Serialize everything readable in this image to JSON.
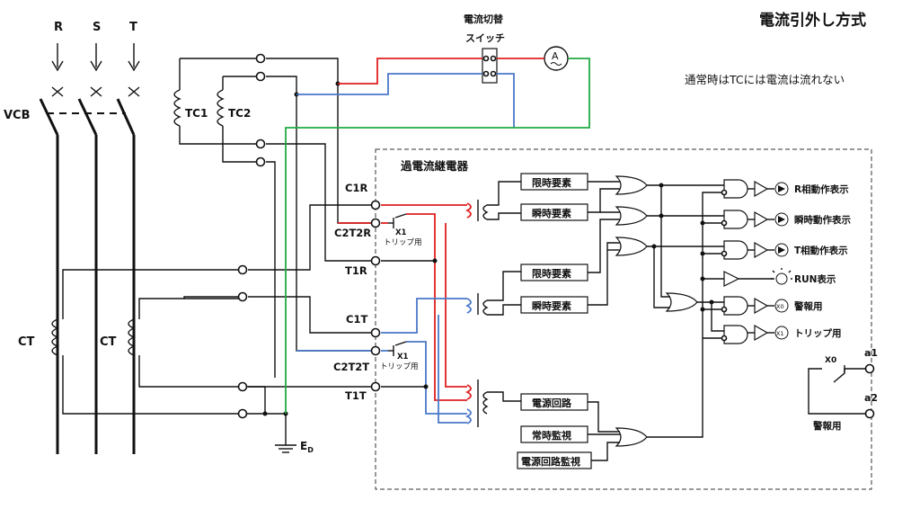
{
  "title": "電流引外し方式",
  "subtitle": "通常時はTCには電流は流れない",
  "phases": [
    "R",
    "S",
    "T"
  ],
  "vcb_label": "VCB",
  "tc_labels": [
    "TC1",
    "TC2"
  ],
  "ct_labels": [
    "CT",
    "CT"
  ],
  "switch": {
    "line1": "電流切替",
    "line2": "スイッチ"
  },
  "ammeter_symbol": "A",
  "ground": {
    "main": "E",
    "sub": "D"
  },
  "relay": {
    "title": "過電流継電器",
    "terminals": [
      "C1R",
      "C2T2R",
      "T1R",
      "C1T",
      "C2T2T",
      "T1T"
    ],
    "trip_contact": {
      "name": "X1",
      "note": "トリップ用"
    },
    "blocks": [
      "限時要素",
      "瞬時要素",
      "限時要素",
      "瞬時要素",
      "電源回路",
      "常時監視",
      "電源回路監視"
    ],
    "outputs": [
      "R相動作表示",
      "瞬時動作表示",
      "T相動作表示",
      "RUN表示",
      "警報用",
      "トリップ用"
    ],
    "badges": [
      "X0",
      "X1"
    ]
  },
  "alarm": {
    "contact": "X0",
    "terminals": [
      "a1",
      "a2"
    ],
    "label": "警報用"
  }
}
